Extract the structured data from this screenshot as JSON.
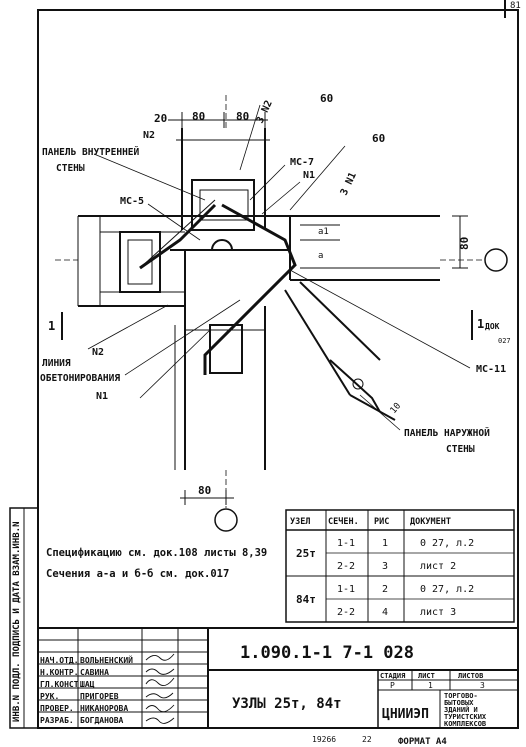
{
  "corner_mark": "81",
  "dims": {
    "d20": "20",
    "d80a": "80",
    "d80b": "80",
    "d80r": "80",
    "d80bottom": "80",
    "d60a": "60",
    "d60b": "60",
    "d10": "10"
  },
  "labels": {
    "n2_top": "N2",
    "n1_top": "N1",
    "n2_vert": "3 N2",
    "n1_vert": "3 N1",
    "panel_inner_1": "ПАНЕЛЬ ВНУТРЕННЕЙ",
    "panel_inner_2": "СТЕНЫ",
    "mc7": "МС-7",
    "mc5": "МС-5",
    "mc11": "МС-11",
    "a1": "а1",
    "a2": "а",
    "one_left": "1",
    "one_right": "1",
    "dok": "ДОК",
    "dok_num": "027",
    "line_concrete_1": "ЛИНИЯ",
    "line_concrete_2": "ОБЕТОНИРОВАНИЯ",
    "n2_mid": "N2",
    "n1_mid": "N1",
    "panel_outer_1": "ПАНЕЛЬ НАРУЖНОЙ",
    "panel_outer_2": "СТЕНЫ"
  },
  "notes": {
    "spec": "Спецификацию см. док.108 листы 8,39",
    "sections": "Сечения а-а и б-б см. док.017"
  },
  "table": {
    "headers": [
      "УЗЕЛ",
      "СЕЧЕН.",
      "РИС",
      "ДОКУМЕНТ"
    ],
    "rows": [
      {
        "node": "25т",
        "section": "1-1",
        "fig": "1",
        "doc": "0 27, л.2"
      },
      {
        "node": "",
        "section": "2-2",
        "fig": "3",
        "doc": "лист 2"
      },
      {
        "node": "84т",
        "section": "1-1",
        "fig": "2",
        "doc": "0 27, л.2"
      },
      {
        "node": "",
        "section": "2-2",
        "fig": "4",
        "doc": "лист 3"
      }
    ]
  },
  "side_strip": "ИНВ.N ПОДЛ. ПОДПИСЬ И ДАТА ВЗАМ.ИНВ.N",
  "title_block": {
    "code": "1.090.1-1  7-1  028",
    "title": "УЗЛЫ  25т, 84т",
    "stage_header": "СТАДИЯ",
    "sheet_header": "ЛИСТ",
    "sheets_header": "ЛИСТОВ",
    "stage": "Р",
    "sheet": "1",
    "sheets": "3",
    "org": "ЦНИИЭП",
    "org_desc_1": "ТОРГОВО-",
    "org_desc_2": "БЫТОВЫХ",
    "org_desc_3": "ЗДАНИЙ И",
    "org_desc_4": "ТУРИСТСКИХ",
    "org_desc_5": "КОМПЛЕКСОВ",
    "signers": [
      {
        "role": "НАЧ.ОТД.",
        "name": "ВОЛЬНЕНСКИЙ"
      },
      {
        "role": "Н.КОНТР.",
        "name": "САВИНА"
      },
      {
        "role": "ГЛ.КОНСТ.",
        "name": "ШАЦ"
      },
      {
        "role": "РУК.",
        "name": "ПРИГОРЕВ"
      },
      {
        "role": "ПРОВЕР.",
        "name": "НИКАНОРОВА"
      },
      {
        "role": "РАЗРАБ.",
        "name": "БОГДАНОВА"
      }
    ]
  },
  "footer": {
    "num": "19266",
    "page": "22",
    "format": "ФОРМАТ А4"
  }
}
